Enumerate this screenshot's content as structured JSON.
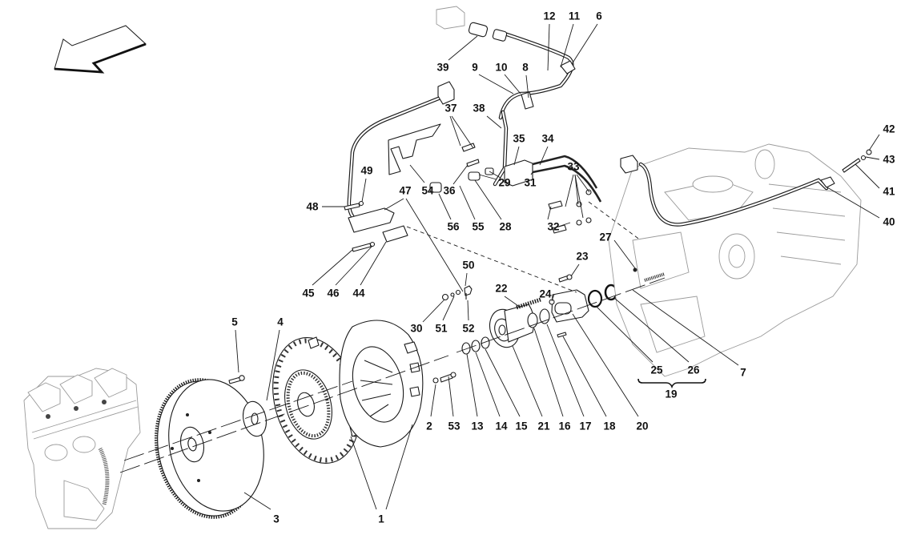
{
  "diagram": {
    "title": "Clutch and controls exploded view",
    "orientation_arrow": "front-direction-arrow",
    "group_brackets": [
      {
        "label": "19",
        "members": [
          "25",
          "26"
        ]
      }
    ],
    "callouts": [
      {
        "label": "1",
        "part": "clutch-assembly"
      },
      {
        "label": "2",
        "part": "washer"
      },
      {
        "label": "3",
        "part": "flywheel"
      },
      {
        "label": "4",
        "part": "flywheel-flange"
      },
      {
        "label": "5",
        "part": "screw"
      },
      {
        "label": "6",
        "part": "hose-clamp"
      },
      {
        "label": "7",
        "part": "seal-ring"
      },
      {
        "label": "8",
        "part": "pipe-bracket"
      },
      {
        "label": "9",
        "part": "screw"
      },
      {
        "label": "10",
        "part": "washer"
      },
      {
        "label": "11",
        "part": "washer"
      },
      {
        "label": "12",
        "part": "screw"
      },
      {
        "label": "13",
        "part": "ring"
      },
      {
        "label": "14",
        "part": "ring"
      },
      {
        "label": "15",
        "part": "ring"
      },
      {
        "label": "16",
        "part": "seal"
      },
      {
        "label": "17",
        "part": "seal"
      },
      {
        "label": "18",
        "part": "pin"
      },
      {
        "label": "19",
        "part": "gasket-kit"
      },
      {
        "label": "20",
        "part": "o-ring"
      },
      {
        "label": "21",
        "part": "release-bearing"
      },
      {
        "label": "22",
        "part": "spring"
      },
      {
        "label": "23",
        "part": "screw"
      },
      {
        "label": "24",
        "part": "bleed-valve"
      },
      {
        "label": "25",
        "part": "seal-ring"
      },
      {
        "label": "26",
        "part": "seal-ring"
      },
      {
        "label": "27",
        "part": "nut"
      },
      {
        "label": "28",
        "part": "union"
      },
      {
        "label": "29",
        "part": "seal-washers"
      },
      {
        "label": "30",
        "part": "cap"
      },
      {
        "label": "31",
        "part": "union"
      },
      {
        "label": "32",
        "part": "banjo-bolts"
      },
      {
        "label": "33",
        "part": "seal-washers"
      },
      {
        "label": "34",
        "part": "pipe"
      },
      {
        "label": "35",
        "part": "union-block"
      },
      {
        "label": "36",
        "part": "screw"
      },
      {
        "label": "37",
        "part": "fittings"
      },
      {
        "label": "38",
        "part": "clutch-pipe"
      },
      {
        "label": "39",
        "part": "connector"
      },
      {
        "label": "40",
        "part": "sensor"
      },
      {
        "label": "41",
        "part": "stud"
      },
      {
        "label": "42",
        "part": "nut"
      },
      {
        "label": "43",
        "part": "washer"
      },
      {
        "label": "44",
        "part": "sensor"
      },
      {
        "label": "45",
        "part": "screw"
      },
      {
        "label": "46",
        "part": "washer"
      },
      {
        "label": "47",
        "part": "bracket"
      },
      {
        "label": "48",
        "part": "screw"
      },
      {
        "label": "49",
        "part": "nut"
      },
      {
        "label": "50",
        "part": "bleed-screw"
      },
      {
        "label": "51",
        "part": "washer"
      },
      {
        "label": "52",
        "part": "pin"
      },
      {
        "label": "53",
        "part": "screw"
      },
      {
        "label": "54",
        "part": "heat-shield"
      },
      {
        "label": "55",
        "part": "washer"
      },
      {
        "label": "56",
        "part": "union"
      }
    ]
  }
}
